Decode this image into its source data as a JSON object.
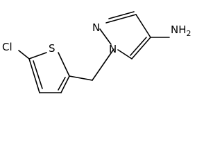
{
  "molecule": {
    "atoms": {
      "chlorine": "Cl",
      "sulfur": "S",
      "n1": "N",
      "n2": "N",
      "amine_n": "NH",
      "amine_h_count": "2"
    },
    "color": "#000000"
  }
}
